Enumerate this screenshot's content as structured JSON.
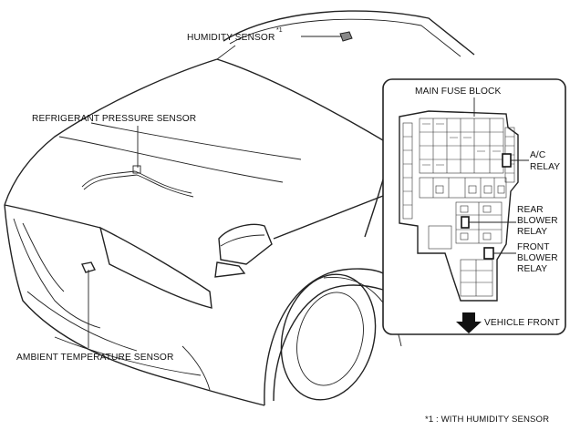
{
  "labels": {
    "humidity_sensor": "HUMIDITY SENSOR",
    "humidity_note_mark": "*1",
    "refrigerant_pressure_sensor": "REFRIGERANT PRESSURE SENSOR",
    "ambient_temperature_sensor": "AMBIENT TEMPERATURE SENSOR",
    "main_fuse_block": "MAIN FUSE BLOCK",
    "ac_relay": [
      "A/C",
      "RELAY"
    ],
    "rear_blower_relay": [
      "REAR",
      "BLOWER",
      "RELAY"
    ],
    "front_blower_relay": [
      "FRONT",
      "BLOWER",
      "RELAY"
    ],
    "vehicle_front": "VEHICLE FRONT"
  },
  "footnote": "*1 : WITH HUMIDITY SENSOR",
  "icons": {
    "direction_arrow": "down-arrow-icon"
  },
  "colors": {
    "line": "#222222",
    "background": "#ffffff"
  }
}
